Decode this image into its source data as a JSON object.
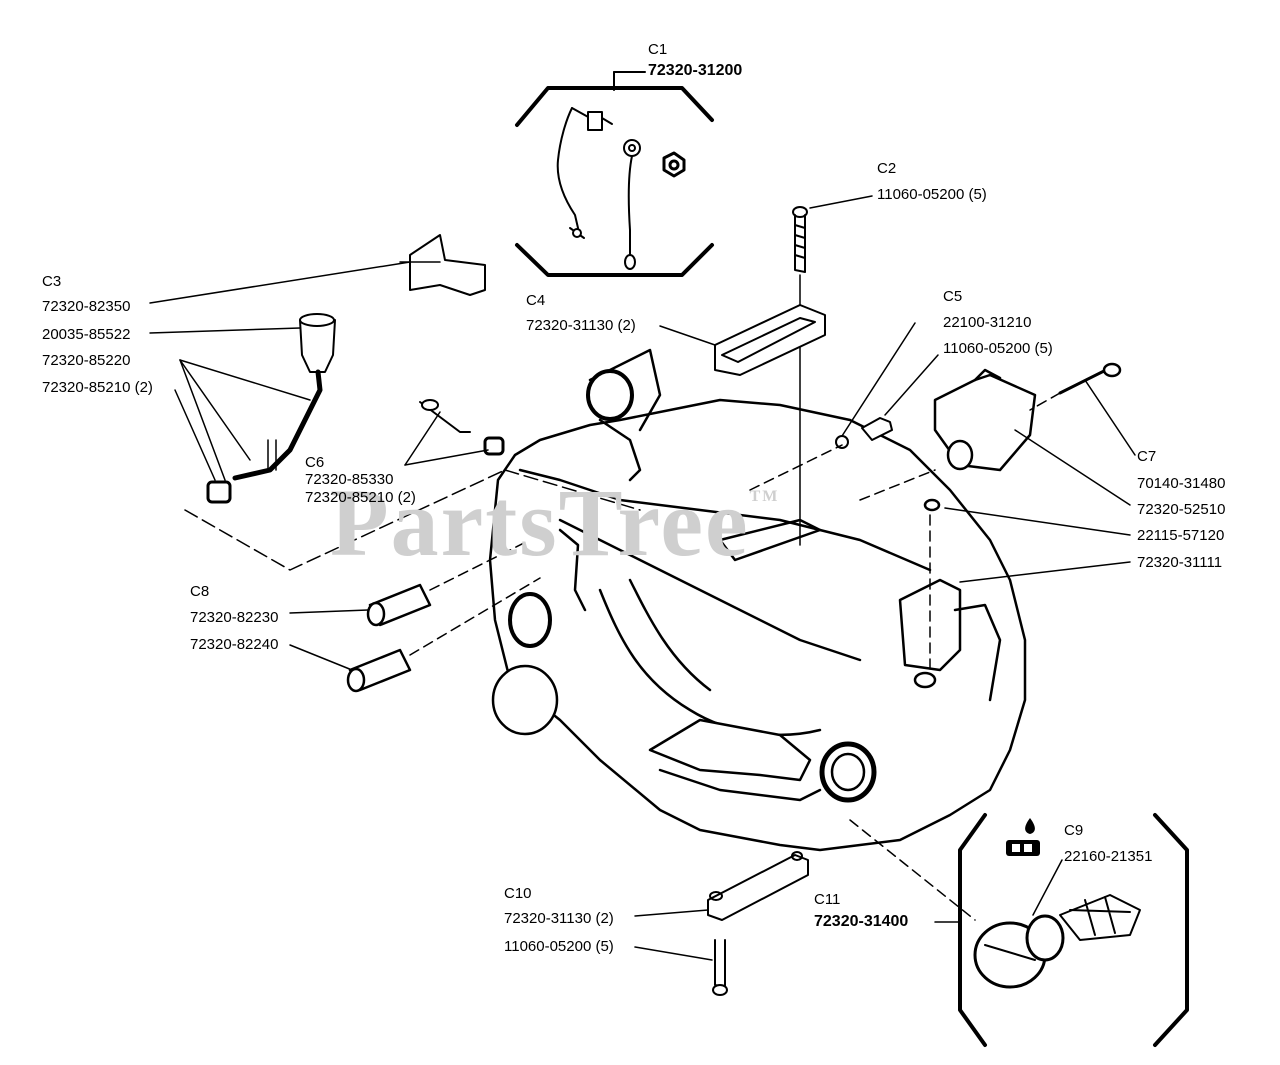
{
  "watermark": {
    "text": "PartsTree",
    "tm": "TM"
  },
  "callouts": {
    "c1": {
      "ref": "C1",
      "part": "72320-31200"
    },
    "c2": {
      "ref": "C2",
      "part": "11060-05200 (5)"
    },
    "c3": {
      "ref": "C3",
      "parts": [
        "72320-82350",
        "20035-85522",
        "72320-85220",
        "72320-85210 (2)"
      ]
    },
    "c4": {
      "ref": "C4",
      "part": "72320-31130 (2)"
    },
    "c5": {
      "ref": "C5",
      "parts": [
        "22100-31210",
        "11060-05200 (5)"
      ]
    },
    "c6": {
      "ref": "C6",
      "parts": [
        "72320-85330",
        "72320-85210 (2)"
      ]
    },
    "c7": {
      "ref": "C7",
      "parts": [
        "70140-31480",
        "72320-52510",
        "22115-57120",
        "72320-31111"
      ]
    },
    "c8": {
      "ref": "C8",
      "parts": [
        "72320-82230",
        "72320-82240"
      ]
    },
    "c9": {
      "ref": "C9",
      "part": "22160-21351"
    },
    "c10": {
      "ref": "C10",
      "parts": [
        "72320-31130 (2)",
        "11060-05200 (5)"
      ]
    },
    "c11": {
      "ref": "C11",
      "part": "72320-31400"
    }
  }
}
